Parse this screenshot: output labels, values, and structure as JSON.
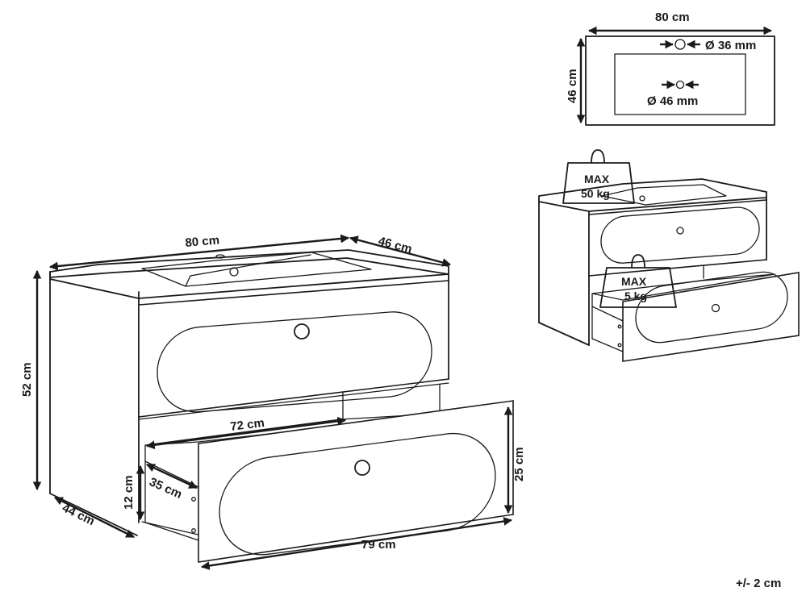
{
  "main_view": {
    "width_label": "80 cm",
    "depth_label": "46 cm",
    "height_label": "52 cm",
    "base_depth_label": "44 cm",
    "drawer_inner_width_label": "72 cm",
    "drawer_inner_depth_label": "35 cm",
    "drawer_inner_height_label": "12 cm",
    "drawer_front_height_label": "25 cm",
    "drawer_front_width_label": "79 cm"
  },
  "top_view": {
    "width_label": "80 cm",
    "depth_label": "46 cm",
    "tap_hole_label": "Ø 36 mm",
    "drain_label": "Ø 46 mm"
  },
  "load_view": {
    "top_load_label_line1": "MAX",
    "top_load_label_line2": "50 kg",
    "drawer_load_label_line1": "MAX",
    "drawer_load_label_line2": "5 kg"
  },
  "tolerance_label": "+/- 2 cm"
}
